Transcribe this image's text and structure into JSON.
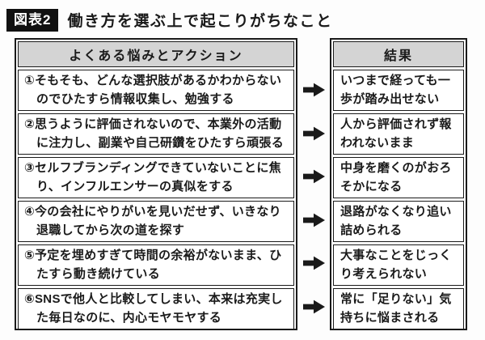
{
  "figure": {
    "label": "図表2",
    "title": "働き方を選ぶ上で起こりがちなこと"
  },
  "table": {
    "left_header": "よくある悩みとアクション",
    "right_header": "結果",
    "rows": [
      {
        "problem": "①そもそも、どんな選択肢があるかわからないのでひたすら情報収集し、勉強する",
        "result": "いつまで経っても一歩が踏み出せない"
      },
      {
        "problem": "②思うように評価されないので、本業外の活動に注力し、副業や自己研鑽をひたすら頑張る",
        "result": "人から評価されず報われないまま"
      },
      {
        "problem": "③セルフブランディングできていないことに焦り、インフルエンサーの真似をする",
        "result": "中身を磨くのがおろそかになる"
      },
      {
        "problem": "④今の会社にやりがいを見いだせず、いきなり退職してから次の道を探す",
        "result": "退路がなくなり追い詰められる"
      },
      {
        "problem": "⑤予定を埋めすぎて時間の余裕がないまま、ひたすら動き続けている",
        "result": "大事なことをじっくり考えられない"
      },
      {
        "problem": "⑥SNSで他人と比較してしまい、本来は充実した毎日なのに、内心モヤモヤする",
        "result": "常に「足りない」気持ちに悩まされる"
      }
    ]
  },
  "icons": {
    "arrow": "right-arrow"
  },
  "colors": {
    "ink": "#1a1a1a",
    "header_gray": "#d4d4d4",
    "label_bg": "#111111",
    "label_text": "#ffffff"
  }
}
